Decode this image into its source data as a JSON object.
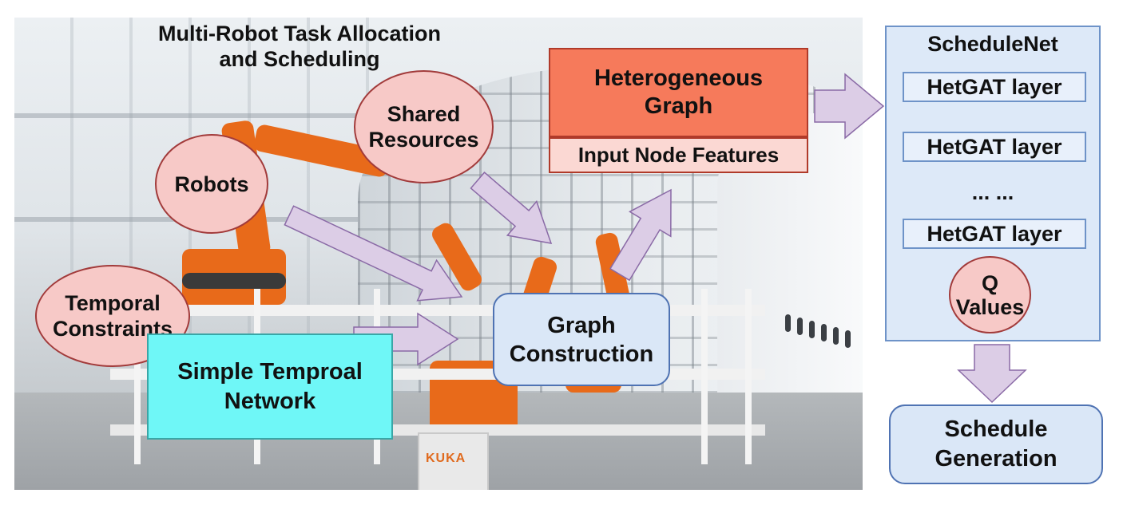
{
  "title": {
    "line1": "Multi-Robot Task Allocation",
    "line2": "and Scheduling"
  },
  "inputs": {
    "robots": "Robots",
    "shared_resources_line1": "Shared",
    "shared_resources_line2": "Resources",
    "temporal_line1": "Temporal",
    "temporal_line2": "Constraints"
  },
  "stn": {
    "line1": "Simple Temproal",
    "line2": "Network"
  },
  "graph_construction": {
    "line1": "Graph",
    "line2": "Construction"
  },
  "hetero_graph": {
    "line1": "Heterogeneous",
    "line2": "Graph",
    "features": "Input Node Features"
  },
  "schedulenet": {
    "title": "ScheduleNet",
    "layers": [
      "HetGAT layer",
      "HetGAT layer",
      "HetGAT layer"
    ],
    "ellipsis": "... ...",
    "q_line1": "Q",
    "q_line2": "Values"
  },
  "schedule_generation": {
    "line1": "Schedule",
    "line2": "Generation"
  },
  "photo": {
    "panel_label": "KUKA"
  },
  "colors": {
    "ellipse_fill": "#f7c9c7",
    "hetero_fill": "#f67a5b",
    "features_fill": "#fbd8d3",
    "stn_fill": "#6ff7f7",
    "blue_box_fill": "#dae7f7",
    "arrow_fill": "#dccde6",
    "arrow_stroke": "#8a6aa6"
  }
}
